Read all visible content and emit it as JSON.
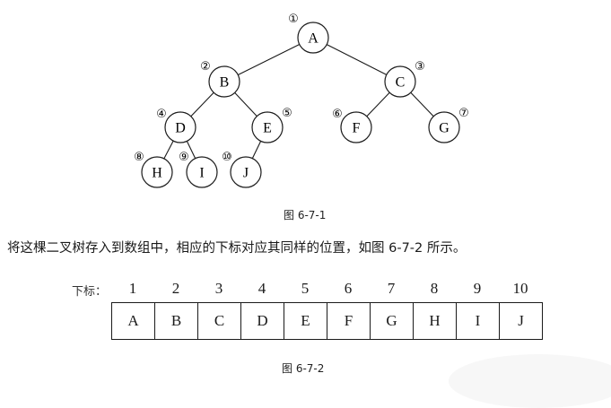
{
  "tree": {
    "nodes": [
      {
        "id": "A",
        "num": "①"
      },
      {
        "id": "B",
        "num": "②"
      },
      {
        "id": "C",
        "num": "③"
      },
      {
        "id": "D",
        "num": "④"
      },
      {
        "id": "E",
        "num": "⑤"
      },
      {
        "id": "F",
        "num": "⑥"
      },
      {
        "id": "G",
        "num": "⑦"
      },
      {
        "id": "H",
        "num": "⑧"
      },
      {
        "id": "I",
        "num": "⑨"
      },
      {
        "id": "J",
        "num": "⑩"
      }
    ],
    "edges": [
      [
        "A",
        "B"
      ],
      [
        "A",
        "C"
      ],
      [
        "B",
        "D"
      ],
      [
        "B",
        "E"
      ],
      [
        "C",
        "F"
      ],
      [
        "C",
        "G"
      ],
      [
        "D",
        "H"
      ],
      [
        "D",
        "I"
      ],
      [
        "E",
        "J"
      ]
    ],
    "caption": "图 6-7-1"
  },
  "description": "将这棵二叉树存入到数组中，相应的下标对应其同样的位置，如图 6-7-2 所示。",
  "array": {
    "index_label": "下标：",
    "indices": [
      "1",
      "2",
      "3",
      "4",
      "5",
      "6",
      "7",
      "8",
      "9",
      "10"
    ],
    "values": [
      "A",
      "B",
      "C",
      "D",
      "E",
      "F",
      "G",
      "H",
      "I",
      "J"
    ],
    "caption": "图 6-7-2"
  }
}
